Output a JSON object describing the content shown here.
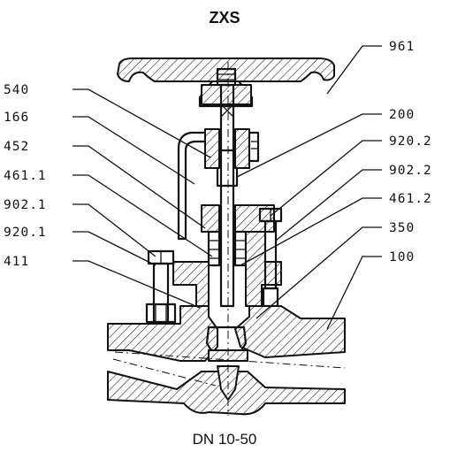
{
  "title": "ZXS",
  "caption": "DN 10-50",
  "labels": {
    "handwheel": "961",
    "yoke_bush": "540",
    "yoke": "166",
    "gland": "452",
    "packing_upper": "461.1",
    "stud_bonnet": "902.1",
    "nut_bonnet": "920.1",
    "gasket": "411",
    "stem": "200",
    "nut_gland": "920.2",
    "stud_gland": "902.2",
    "packing_lower": "461.2",
    "disc": "350",
    "body": "100"
  }
}
